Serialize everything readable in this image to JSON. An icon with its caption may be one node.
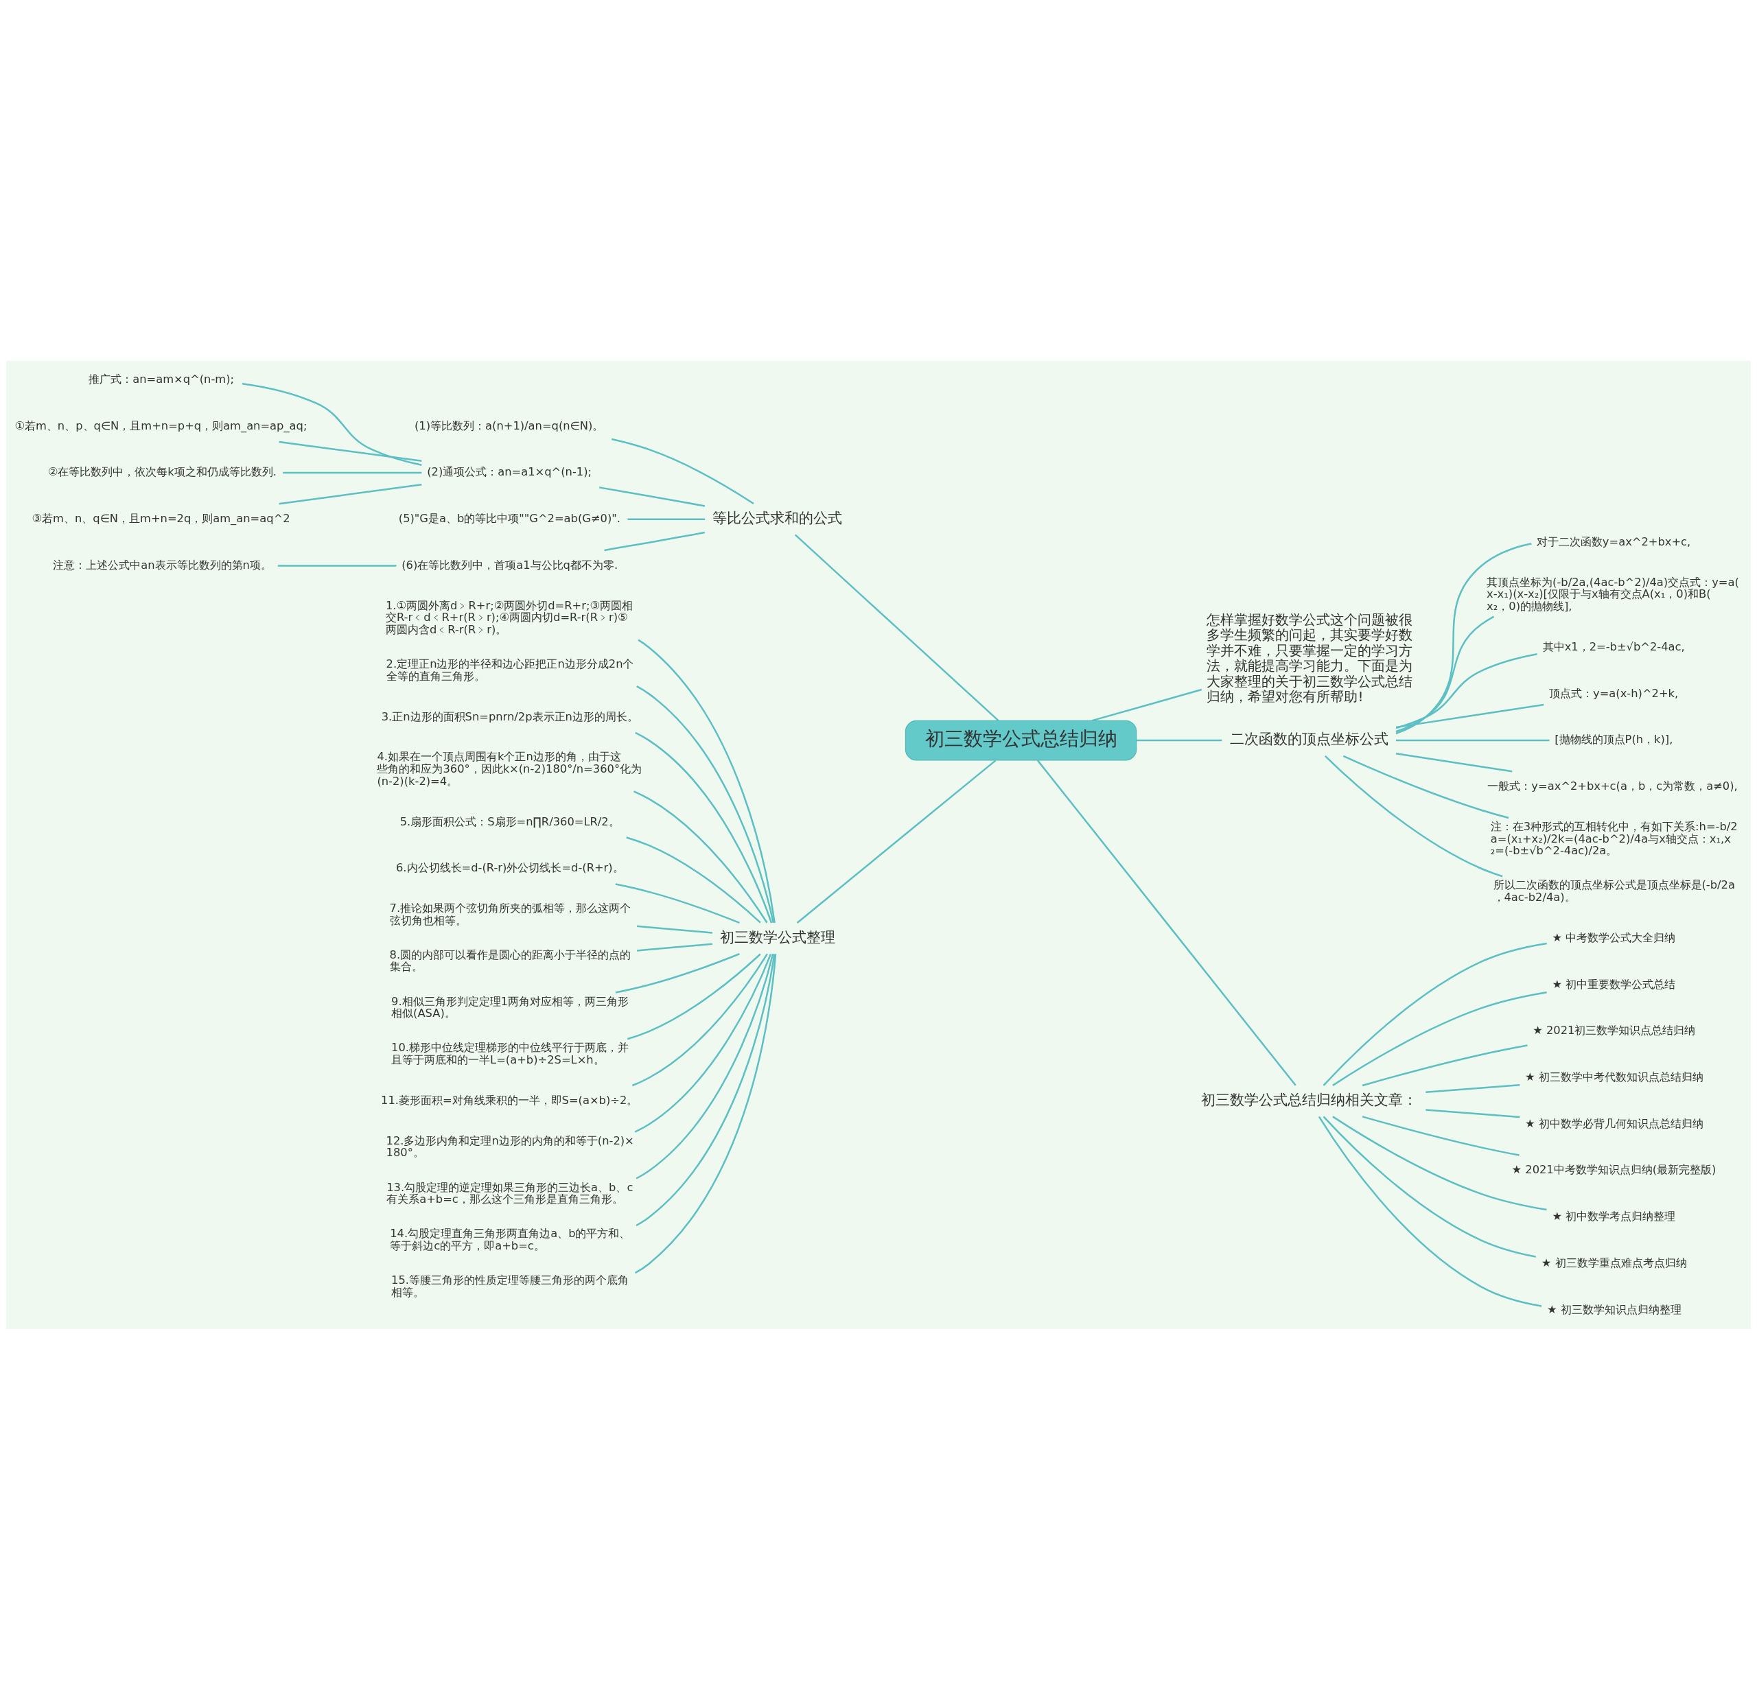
{
  "diagram": {
    "nodes": [
      {
        "text": [
          "初三数学公式总结归纳"
        ]
      },
      {
        "text": [
          "等比公式求和的公式"
        ]
      },
      {
        "text": [
          "(1)等比数列：a(n+1)/an=q(n∈N)。"
        ]
      },
      {
        "text": [
          "(2)通项公式：an=a1×q^(n-1);"
        ]
      },
      {
        "text": [
          "推广式：an=am×q^(n-m);"
        ]
      },
      {
        "text": [
          "①若m、n、p、q∈N，且m+n=p+q，则am_an=ap_aq;"
        ]
      },
      {
        "text": [
          "②在等比数列中，依次每k项之和仍成等比数列."
        ]
      },
      {
        "text": [
          "③若m、n、q∈N，且m+n=2q，则am_an=aq^2"
        ]
      },
      {
        "text": [
          "(5)\"G是a、b的等比中项\"\"G^2=ab(G≠0)\"."
        ]
      },
      {
        "text": [
          "(6)在等比数列中，首项a1与公比q都不为零."
        ]
      },
      {
        "text": [
          "注意：上述公式中an表示等比数列的第n项。"
        ]
      },
      {
        "text": [
          "初三数学公式整理"
        ]
      },
      {
        "text": [
          "1.①两圆外离d﹥R+r;②两圆外切d=R+r;③两圆相交R-r﹤d﹤R+r(R﹥r);④两圆内切d=R-r(R﹥r)⑤两圆内含d﹤R-r(R﹥r)。"
        ]
      },
      {
        "text": [
          "2.定理正n边形的半径和边心距把正n边形分成2n个全等的直角三角形。"
        ]
      },
      {
        "text": [
          "3.正n边形的面积Sn=pnrn/2p表示正n边形的周长。"
        ]
      },
      {
        "text": [
          "4.如果在一个顶点周围有k个正n边形的角，由于这些角的和应为360°，因此k×(n-2)180°/n=360°化为(n-2)(k-2)=4。"
        ]
      },
      {
        "text": [
          "5.扇形面积公式：S扇形=n∏R/360=LR/2。"
        ]
      },
      {
        "text": [
          "6.内公切线长=d-(R-r)外公切线长=d-(R+r)。"
        ]
      },
      {
        "text": [
          "7.推论如果两个弦切角所夹的弧相等，那么这两个弦切角也相等。"
        ]
      },
      {
        "text": [
          "8.圆的内部可以看作是圆心的距离小于半径的点的集合。"
        ]
      },
      {
        "text": [
          "9.相似三角形判定定理1两角对应相等，两三角形相似(ASA)。"
        ]
      },
      {
        "text": [
          "10.梯形中位线定理梯形的中位线平行于两底，并且等于两底和的一半L=(a+b)÷2S=L×h。"
        ]
      },
      {
        "text": [
          "11.菱形面积=对角线乘积的一半，即S=(a×b)÷2。"
        ]
      },
      {
        "text": [
          "12.多边形内角和定理n边形的内角的和等于(n-2)×180°。"
        ]
      },
      {
        "text": [
          "13.勾股定理的逆定理如果三角形的三边长a、b、c有关系a+b=c，那么这个三角形是直角三角形。"
        ]
      },
      {
        "text": [
          "14.勾股定理直角三角形两直角边a、b的平方和、等于斜边c的平方，即a+b=c。"
        ]
      },
      {
        "text": [
          "15.等腰三角形的性质定理等腰三角形的两个底角相等。"
        ]
      },
      {
        "text": [
          "怎样掌握好数学公式这个问题被很多学生频繁的问起，其实要学好数学并不难，只要掌握一定的学习方法，就能提高学习能力。下面是为大家整理的关于初三数学公式总结归纳，希望对您有所帮助!"
        ]
      },
      {
        "text": [
          "二次函数的顶点坐标公式"
        ]
      },
      {
        "text": [
          "对于二次函数y=ax^2+bx+c,"
        ]
      },
      {
        "text": [
          "其顶点坐标为(-b/2a,(4ac-b^2)/4a)交点式：y=a(x-x₁)(x-x₂)[仅限于与x轴有交点A(x₁，0)和B(x₂，0)的抛物线],"
        ]
      },
      {
        "text": [
          "其中x1，2=-b±√b^2-4ac,"
        ]
      },
      {
        "text": [
          "顶点式：y=a(x-h)^2+k,"
        ]
      },
      {
        "text": [
          "[抛物线的顶点P(h，k)],"
        ]
      },
      {
        "text": [
          "一般式：y=ax^2+bx+c(a，b，c为常数，a≠0),"
        ]
      },
      {
        "text": [
          "注：在3种形式的互相转化中，有如下关系:h=-b/2a=(x₁+x₂)/2k=(4ac-b^2)/4a与x轴交点：x₁,x₂=(-b±√b^2-4ac)/2a。"
        ]
      },
      {
        "text": [
          "所以二次函数的顶点坐标公式是顶点坐标是(-b/2a，4ac-b2/4a)。"
        ]
      },
      {
        "text": [
          "初三数学公式总结归纳相关文章："
        ]
      },
      {
        "text": [
          "★ 中考数学公式大全归纳"
        ]
      },
      {
        "text": [
          "★ 初中重要数学公式总结"
        ]
      },
      {
        "text": [
          "★ 2021初三数学知识点总结归纳"
        ]
      },
      {
        "text": [
          "★ 初三数学中考代数知识点总结归纳"
        ]
      },
      {
        "text": [
          "★ 初中数学必背几何知识点总结归纳"
        ]
      },
      {
        "text": [
          "★ 2021中考数学知识点归纳(最新完整版)"
        ]
      },
      {
        "text": [
          "★ 初中数学考点归纳整理"
        ]
      },
      {
        "text": [
          "★ 初三数学重点难点考点归纳"
        ]
      },
      {
        "text": [
          "★ 初三数学知识点归纳整理"
        ]
      }
    ],
    "edges": [
      {
        "from": 0,
        "to": 1,
        "arrow": "none"
      },
      {
        "from": 1,
        "to": 2,
        "arrow": "none"
      },
      {
        "from": 1,
        "to": 3,
        "arrow": "none"
      },
      {
        "from": 3,
        "to": 4,
        "arrow": "none"
      },
      {
        "from": 3,
        "to": 5,
        "arrow": "none"
      },
      {
        "from": 3,
        "to": 6,
        "arrow": "none"
      },
      {
        "from": 3,
        "to": 7,
        "arrow": "none"
      },
      {
        "from": 1,
        "to": 8,
        "arrow": "none"
      },
      {
        "from": 1,
        "to": 9,
        "arrow": "none"
      },
      {
        "from": 9,
        "to": 10,
        "arrow": "none"
      },
      {
        "from": 0,
        "to": 11,
        "arrow": "none"
      },
      {
        "from": 11,
        "to": 12,
        "arrow": "none"
      },
      {
        "from": 11,
        "to": 13,
        "arrow": "none"
      },
      {
        "from": 11,
        "to": 14,
        "arrow": "none"
      },
      {
        "from": 11,
        "to": 15,
        "arrow": "none"
      },
      {
        "from": 11,
        "to": 16,
        "arrow": "none"
      },
      {
        "from": 11,
        "to": 17,
        "arrow": "none"
      },
      {
        "from": 11,
        "to": 18,
        "arrow": "none"
      },
      {
        "from": 11,
        "to": 19,
        "arrow": "none"
      },
      {
        "from": 11,
        "to": 20,
        "arrow": "none"
      },
      {
        "from": 11,
        "to": 21,
        "arrow": "none"
      },
      {
        "from": 11,
        "to": 22,
        "arrow": "none"
      },
      {
        "from": 11,
        "to": 23,
        "arrow": "none"
      },
      {
        "from": 11,
        "to": 24,
        "arrow": "none"
      },
      {
        "from": 11,
        "to": 25,
        "arrow": "none"
      },
      {
        "from": 11,
        "to": 26,
        "arrow": "none"
      },
      {
        "from": 0,
        "to": 27,
        "arrow": "none"
      },
      {
        "from": 0,
        "to": 28,
        "arrow": "none"
      },
      {
        "from": 28,
        "to": 29,
        "arrow": "none"
      },
      {
        "from": 28,
        "to": 30,
        "arrow": "none"
      },
      {
        "from": 28,
        "to": 31,
        "arrow": "none"
      },
      {
        "from": 28,
        "to": 32,
        "arrow": "none"
      },
      {
        "from": 28,
        "to": 33,
        "arrow": "none"
      },
      {
        "from": 28,
        "to": 34,
        "arrow": "none"
      },
      {
        "from": 28,
        "to": 35,
        "arrow": "none"
      },
      {
        "from": 28,
        "to": 36,
        "arrow": "none"
      },
      {
        "from": 0,
        "to": 37,
        "arrow": "none"
      },
      {
        "from": 37,
        "to": 38,
        "arrow": "none"
      },
      {
        "from": 37,
        "to": 39,
        "arrow": "none"
      },
      {
        "from": 37,
        "to": 40,
        "arrow": "none"
      },
      {
        "from": 37,
        "to": 41,
        "arrow": "none"
      },
      {
        "from": 37,
        "to": 42,
        "arrow": "none"
      },
      {
        "from": 37,
        "to": 43,
        "arrow": "none"
      },
      {
        "from": 37,
        "to": 44,
        "arrow": "none"
      },
      {
        "from": 37,
        "to": 45,
        "arrow": "none"
      },
      {
        "from": 37,
        "to": 46,
        "arrow": "none"
      }
    ]
  }
}
